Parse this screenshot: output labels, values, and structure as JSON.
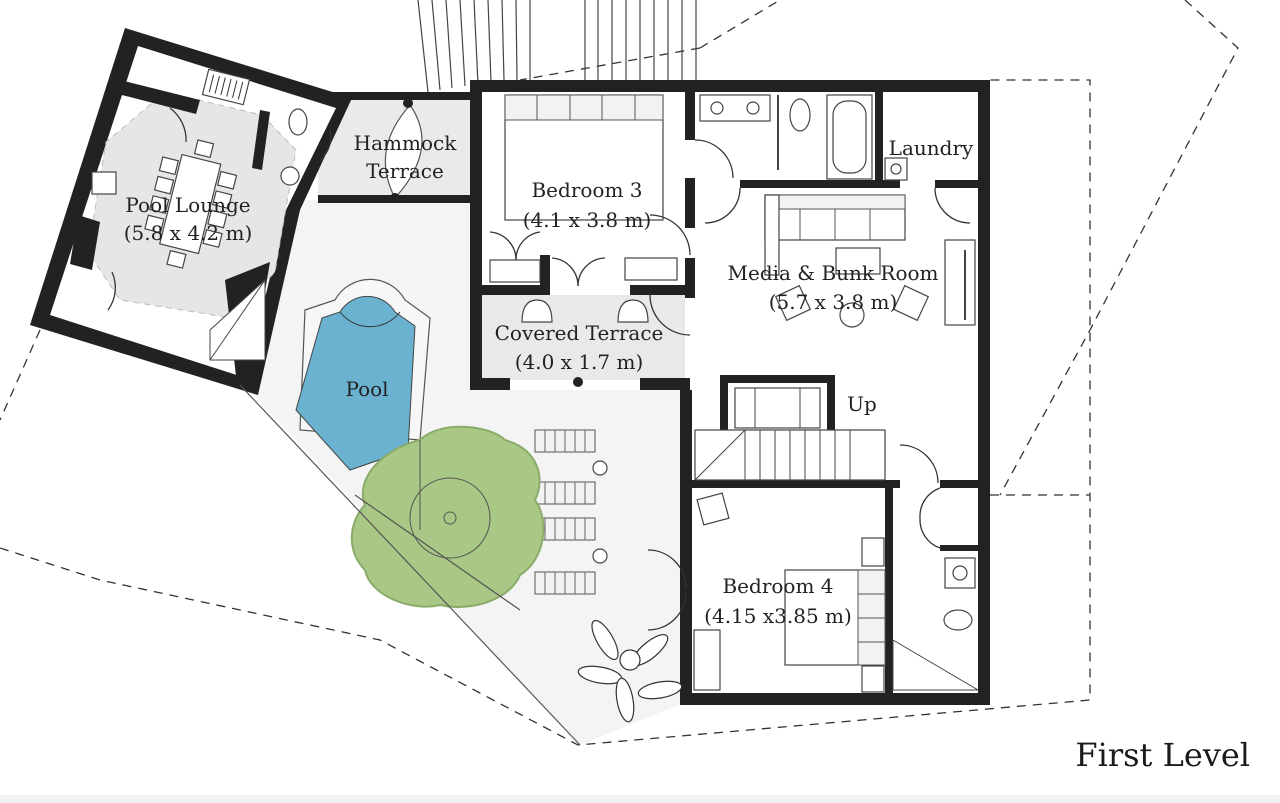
{
  "colors": {
    "wall": "#222222",
    "floor": "#ffffff",
    "outdoor_floor": "#f4f4f4",
    "lounge_floor": "#e6e6e6",
    "pool": "#6ab2cf",
    "tree": "#a9c886",
    "footer": "#f0f1f2"
  },
  "rooms": {
    "pool_lounge": {
      "name": "Pool Lounge",
      "size": "(5.8 x 4.2 m)"
    },
    "hammock_terrace": {
      "line1": "Hammock",
      "line2": "Terrace"
    },
    "bedroom3": {
      "name": "Bedroom 3",
      "size": "(4.1 x 3.8 m)"
    },
    "laundry": {
      "name": "Laundry"
    },
    "media_bunk": {
      "name": "Media & Bunk Room",
      "size": "(5.7 x 3.8 m)"
    },
    "covered_terrace": {
      "name": "Covered Terrace",
      "size": "(4.0 x 1.7 m)"
    },
    "pool": {
      "name": "Pool"
    },
    "stairs": {
      "name": "Up"
    },
    "bedroom4": {
      "name": "Bedroom 4",
      "size": "(4.15 x3.85 m)"
    }
  },
  "level_title": "First Level",
  "icons": [
    "tree-icon",
    "plant-icon",
    "bed-icon",
    "sofa-icon",
    "bathtub-icon",
    "toilet-icon",
    "sink-icon",
    "dining-table-icon",
    "sun-lounger-icon",
    "stairs-icon"
  ]
}
